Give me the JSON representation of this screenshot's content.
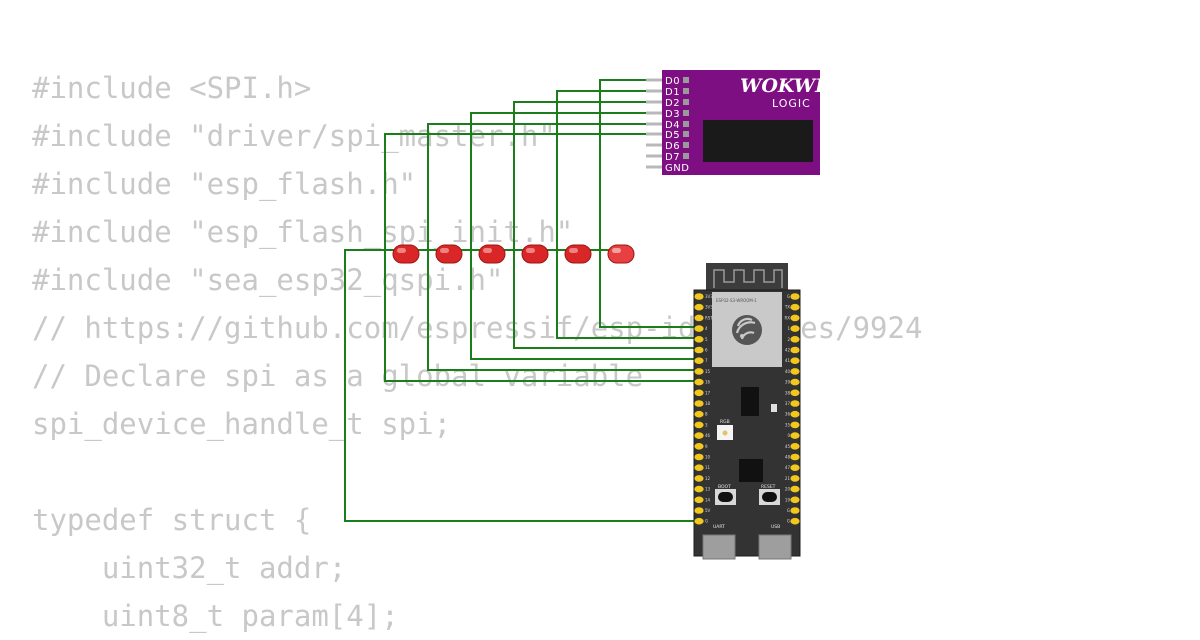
{
  "code_lines": [
    "#include <SPI.h>",
    "#include \"driver/spi_master.h\"",
    "#include \"esp_flash.h\"",
    "#include \"esp_flash_spi_init.h\"",
    "#include \"sea_esp32_qspi.h\"",
    "// https://github.com/espressif/esp-idf/issues/9924",
    "// Declare spi as a global variable",
    "spi_device_handle_t spi;",
    "",
    "typedef struct {",
    "    uint32_t addr;",
    "    uint8_t param[4];"
  ],
  "logic_analyzer": {
    "brand": "WOKWI",
    "subtitle": "LOGIC",
    "pins": [
      "D0",
      "D1",
      "D2",
      "D3",
      "D4",
      "D5",
      "D6",
      "D7",
      "GND"
    ],
    "body_color": "#7d0f82",
    "screen_color": "#1a1a1a"
  },
  "esp32": {
    "module_label": "ESP32-S3-WROOM-1",
    "left_pins": [
      "3V3",
      "3V3",
      "RST",
      "4",
      "5",
      "6",
      "7",
      "15",
      "16",
      "17",
      "18",
      "8",
      "3",
      "46",
      "9",
      "10",
      "11",
      "12",
      "13",
      "14",
      "5V",
      "G"
    ],
    "right_pins": [
      "G",
      "TX",
      "RX",
      "1",
      "2",
      "42",
      "41",
      "40",
      "39",
      "38",
      "37",
      "36",
      "35",
      "0",
      "45",
      "48",
      "47",
      "21",
      "20",
      "19",
      "G",
      "G"
    ],
    "button_boot": "BOOT",
    "button_reset": "RESET",
    "rgb_label": "RGB",
    "usb_uart": "UART",
    "usb_usb": "USB",
    "board_color": "#333333"
  },
  "leds": {
    "count": 6,
    "color": "#e02828"
  },
  "wire_color": "#1b7e1b"
}
